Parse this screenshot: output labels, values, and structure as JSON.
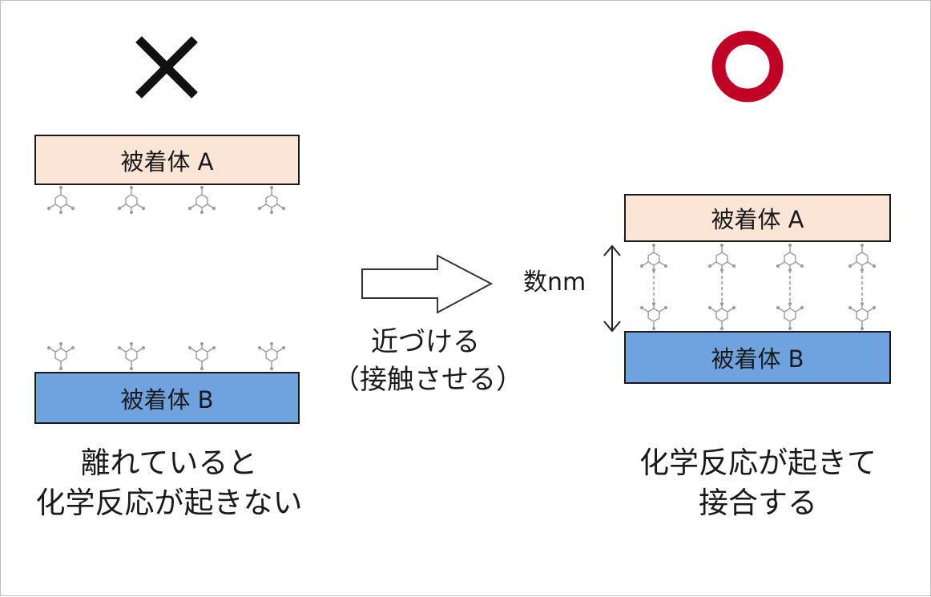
{
  "colors": {
    "adherend_a_fill": "#fbe5d6",
    "adherend_b_fill": "#6fa3df",
    "cross_mark": "#111111",
    "circle_mark": "#c00024",
    "molecule": "#9a9a9a"
  },
  "left_panel": {
    "mark_icon": "cross-mark-icon",
    "adherend_a": "被着体 A",
    "adherend_b": "被着体 B",
    "caption_line1": "離れていると",
    "caption_line2": "化学反応が起きない"
  },
  "middle": {
    "arrow_icon": "right-outline-arrow-icon",
    "caption_line1": "近づける",
    "caption_line2": "（接触させる）"
  },
  "right_panel": {
    "mark_icon": "circle-mark-icon",
    "adherend_a": "被着体 A",
    "adherend_b": "被着体 B",
    "gap_label": "数nm",
    "caption_line1": "化学反応が起きて",
    "caption_line2": "接合する"
  }
}
